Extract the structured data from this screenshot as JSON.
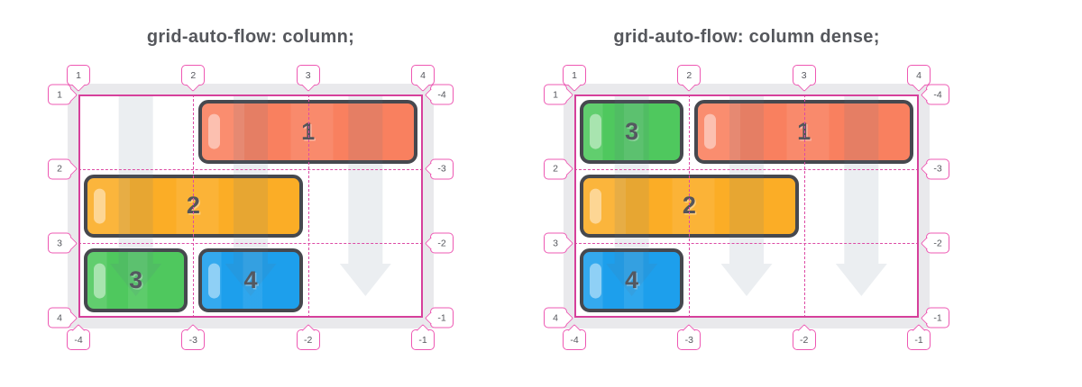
{
  "figure": {
    "type": "css-grid-auto-flow-comparison-diagram",
    "panels": [
      {
        "title": "grid-auto-flow: column;",
        "grid": {
          "columns": 3,
          "rows": 3
        },
        "line_numbers": {
          "top": [
            "1",
            "2",
            "3",
            "4"
          ],
          "left": [
            "1",
            "2",
            "3",
            "4"
          ],
          "right": [
            "-4",
            "-3",
            "-2",
            "-1"
          ],
          "bottom": [
            "-4",
            "-3",
            "-2",
            "-1"
          ]
        },
        "items": [
          {
            "label": "1",
            "color_name": "coral",
            "column": "2 / 4",
            "row": "1 / 2"
          },
          {
            "label": "2",
            "color_name": "orange",
            "column": "1 / 3",
            "row": "2 / 3"
          },
          {
            "label": "3",
            "color_name": "green",
            "column": "1 / 2",
            "row": "3 / 4"
          },
          {
            "label": "4",
            "color_name": "blue",
            "column": "2 / 3",
            "row": "3 / 4"
          }
        ],
        "flow_arrows": {
          "direction": "down",
          "columns": [
            1,
            2,
            3
          ]
        }
      },
      {
        "title": "grid-auto-flow: column dense;",
        "grid": {
          "columns": 3,
          "rows": 3
        },
        "line_numbers": {
          "top": [
            "1",
            "2",
            "3",
            "4"
          ],
          "left": [
            "1",
            "2",
            "3",
            "4"
          ],
          "right": [
            "-4",
            "-3",
            "-2",
            "-1"
          ],
          "bottom": [
            "-4",
            "-3",
            "-2",
            "-1"
          ]
        },
        "items": [
          {
            "label": "3",
            "color_name": "green",
            "column": "1 / 2",
            "row": "1 / 2"
          },
          {
            "label": "1",
            "color_name": "coral",
            "column": "2 / 4",
            "row": "1 / 2"
          },
          {
            "label": "2",
            "color_name": "orange",
            "column": "1 / 3",
            "row": "2 / 3"
          },
          {
            "label": "4",
            "color_name": "blue",
            "column": "1 / 2",
            "row": "3 / 4"
          }
        ],
        "flow_arrows": {
          "direction": "down",
          "columns": [
            1,
            2,
            3
          ]
        }
      }
    ],
    "colors": {
      "outline_pink": "#d6409b",
      "dashed_line_pink": "#dd4ba5",
      "badge_border_pink": "#ee58b3",
      "track_gray": "#e9e9ec",
      "item_border": "#46484e",
      "coral": "#f9805f",
      "orange": "#fbad26",
      "green": "#4fc85e",
      "blue": "#1d9fec",
      "number_text": "#54555b",
      "title_text": "#55575c",
      "flow_arrow_fill": "rgba(93,115,140,0.12)"
    }
  }
}
